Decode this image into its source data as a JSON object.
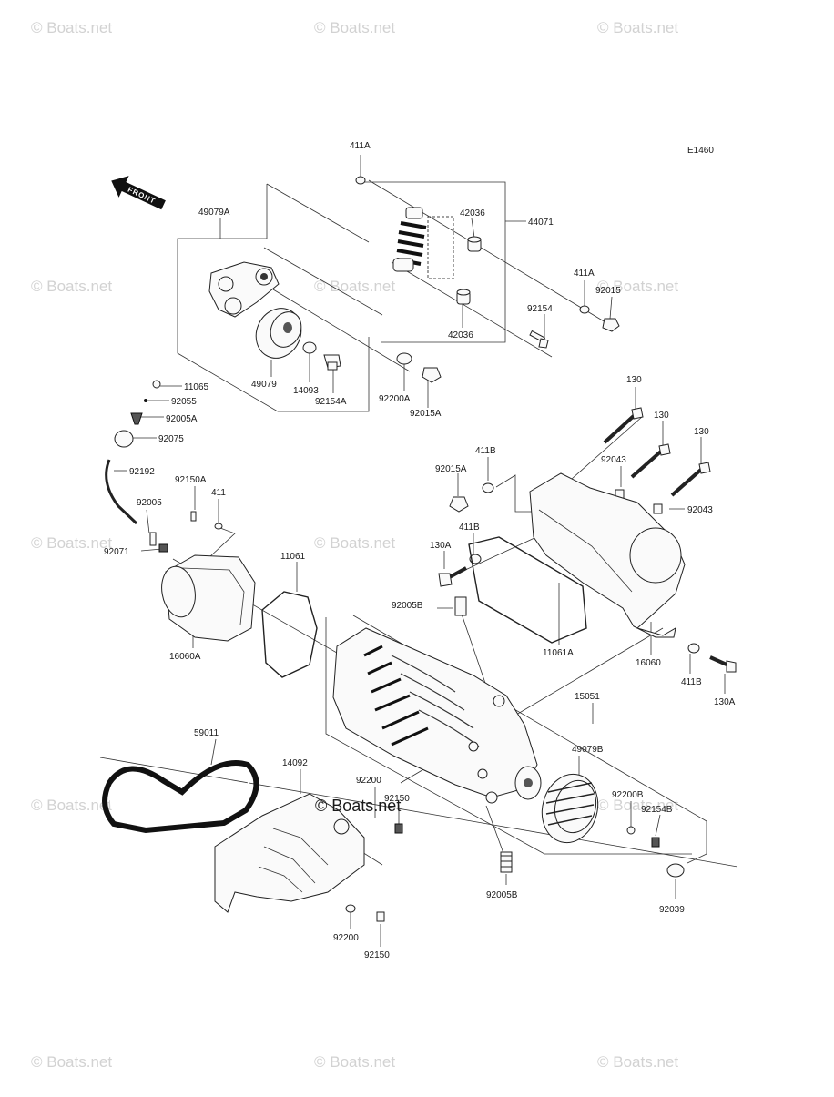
{
  "diagram": {
    "code": "E1460",
    "front_label": "FRONT",
    "watermark": "© Boats.net",
    "watermark_center": "© Boats.net",
    "parts": {
      "p411A_top": "411A",
      "p42036_top": "42036",
      "p44071": "44071",
      "p49079A": "49079A",
      "p411A_right": "411A",
      "p92015": "92015",
      "p92154": "92154",
      "p42036_bot": "42036",
      "p49079": "49079",
      "p14093": "14093",
      "p92154A": "92154A",
      "p92200A": "92200A",
      "p92015A_top": "92015A",
      "p11065": "11065",
      "p92055": "92055",
      "p92005A": "92005A",
      "p92075": "92075",
      "p92192": "92192",
      "p92150A": "92150A",
      "p411": "411",
      "p92005": "92005",
      "p92071": "92071",
      "p11061": "11061",
      "p16060A": "16060A",
      "p130_a": "130",
      "p130_b": "130",
      "p130_c": "130",
      "p411B_top": "411B",
      "p92015A_mid": "92015A",
      "p92043_a": "92043",
      "p92043_b": "92043",
      "p411B_mid": "411B",
      "p130A_left": "130A",
      "p92005B_top": "92005B",
      "p11061A": "11061A",
      "p16060": "16060",
      "p411B_right": "411B",
      "p130A_right": "130A",
      "p15051": "15051",
      "p59011": "59011",
      "p14092": "14092",
      "p92200_top": "92200",
      "p92150_top": "92150",
      "p49079B": "49079B",
      "p92200B": "92200B",
      "p92154B": "92154B",
      "p92005B_bot": "92005B",
      "p92039": "92039",
      "p92200_bot": "92200",
      "p92150_bot": "92150"
    }
  }
}
